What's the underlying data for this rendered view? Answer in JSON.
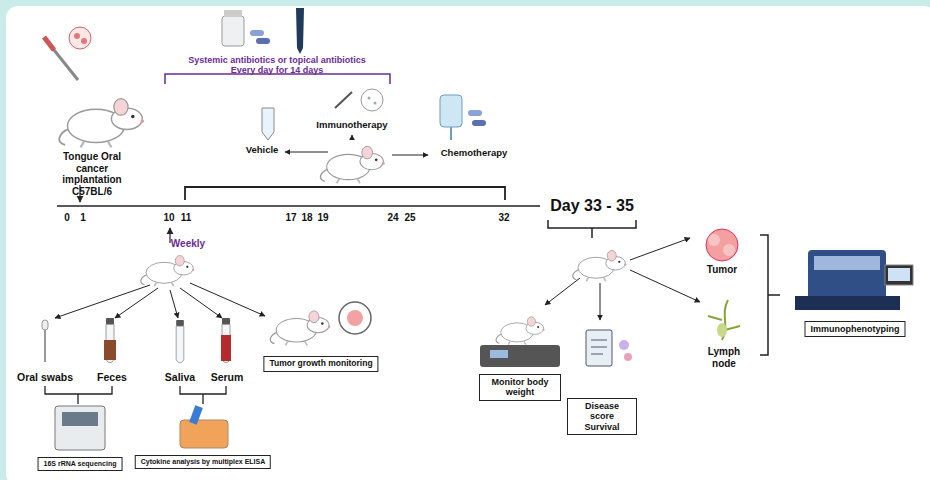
{
  "diagram": {
    "nodes": [
      {
        "text": [
          "Tumor growth monitoring"
        ]
      },
      {
        "text": [
          "16S rRNA sequencing"
        ]
      },
      {
        "text": [
          "Cytokine analysis by multiplex ELISA"
        ]
      },
      {
        "text": [
          "Monitor body weight"
        ]
      },
      {
        "text": [
          "Disease score Survival"
        ]
      },
      {
        "text": [
          "Immunophenotyping"
        ]
      }
    ],
    "labels": [
      "Systemic antibiotics or topical antibiotics",
      "Every day for 14 days",
      "Immunotherapy",
      "Vehicle",
      "Chemotherapy",
      "Tongue Oral cancer implantation C57BL/6",
      "0",
      "1",
      "10",
      "11",
      "17",
      "18",
      "19",
      "24",
      "25",
      "32",
      "Day 33 - 35",
      "Weekly",
      "Oral swabs",
      "Feces",
      "Saliva",
      "Serum",
      "Tumor",
      "Lymph node"
    ]
  }
}
